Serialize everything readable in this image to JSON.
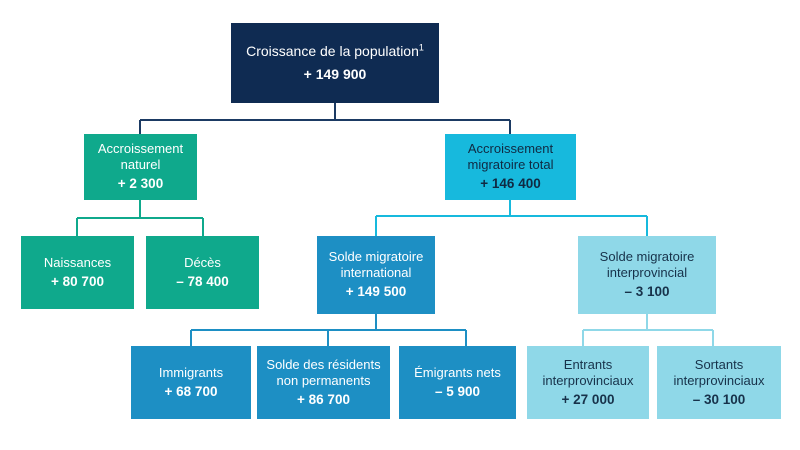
{
  "diagram": {
    "title_note_superscript": "1",
    "colors": {
      "background": "#ffffff",
      "navy": "#0f2b52",
      "teal": "#0fa98c",
      "cyan": "#17b9dd",
      "blue": "#1d8fc4",
      "light_blue": "#8fd8e8"
    },
    "nodes": {
      "population_growth": {
        "label": "Croissance de la population",
        "value": "+ 149 900"
      },
      "natural_increase": {
        "label": "Accroissement\nnaturel",
        "value": "+ 2 300"
      },
      "total_migratory_increase": {
        "label": "Accroissement\nmigratoire total",
        "value": "+ 146 400"
      },
      "births": {
        "label": "Naissances",
        "value": "+ 80 700"
      },
      "deaths": {
        "label": "Décès",
        "value": "– 78 400"
      },
      "international_migratory_balance": {
        "label": "Solde migratoire\ninternational",
        "value": "+ 149 500"
      },
      "interprovincial_migratory_balance": {
        "label": "Solde migratoire\ninterprovincial",
        "value": "– 3 100"
      },
      "immigrants": {
        "label": "Immigrants",
        "value": "+ 68 700"
      },
      "non_permanent_residents": {
        "label": "Solde des résidents\nnon permanents",
        "value": "+ 86 700"
      },
      "net_emigrants": {
        "label": "Émigrants nets",
        "value": "– 5 900"
      },
      "interprovincial_in": {
        "label": "Entrants\ninterprovinciaux",
        "value": "+ 27 000"
      },
      "interprovincial_out": {
        "label": "Sortants\ninterprovinciaux",
        "value": "– 30 100"
      }
    }
  }
}
